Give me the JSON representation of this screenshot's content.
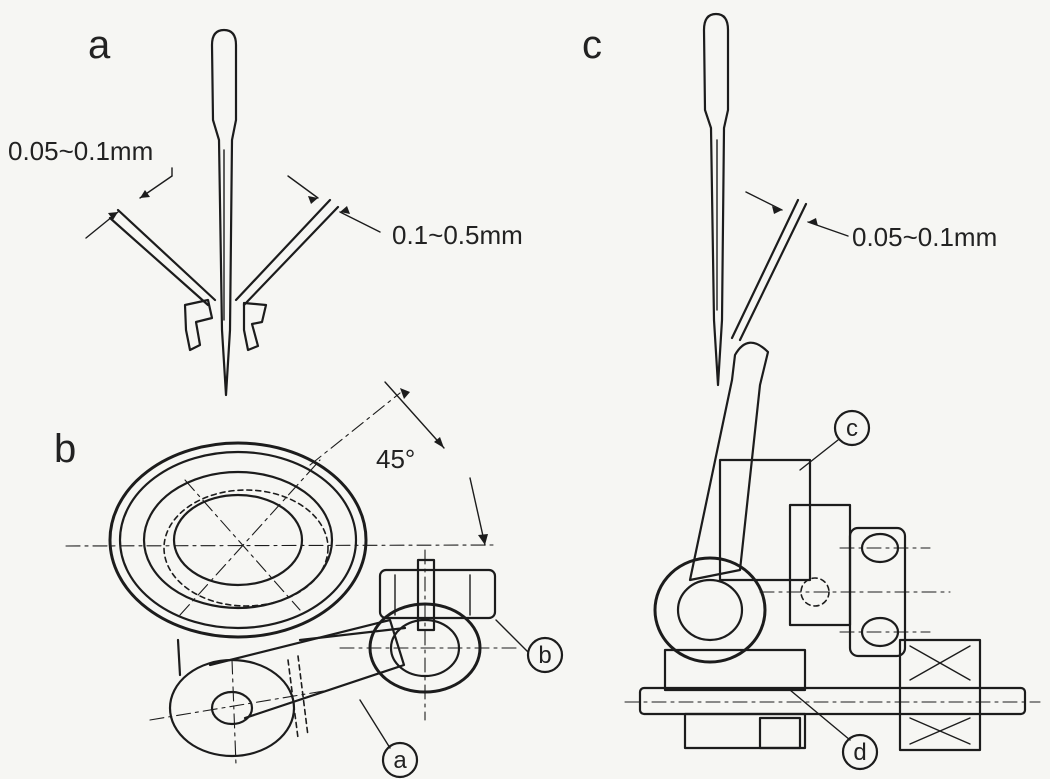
{
  "labels": {
    "a": "a",
    "b": "b",
    "c": "c"
  },
  "dimensions": {
    "gap_left_a": "0.05~0.1mm",
    "gap_right_a": "0.1~0.5mm",
    "angle_b": "45°",
    "gap_c": "0.05~0.1mm"
  },
  "callouts": {
    "screw_b": "b",
    "screw_a": "a",
    "screw_c": "c",
    "screw_d": "d"
  }
}
